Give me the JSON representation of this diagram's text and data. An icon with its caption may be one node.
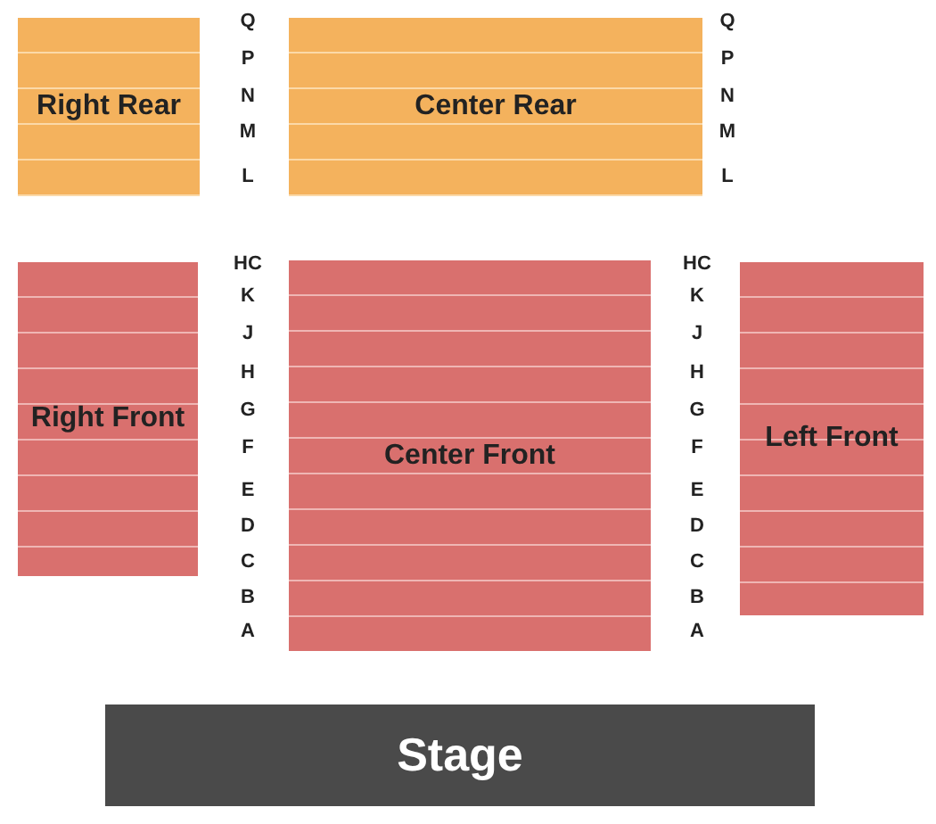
{
  "diagram": {
    "nodes": [
      {
        "text": [
          "Right Rear"
        ]
      },
      {
        "text": [
          "Center Rear"
        ]
      },
      {
        "text": [
          "Right Front"
        ]
      },
      {
        "text": [
          "Center Front"
        ]
      },
      {
        "text": [
          "Left Front"
        ]
      },
      {
        "text": [
          "Stage"
        ]
      }
    ],
    "labels": [
      "Q",
      "Q",
      "P",
      "P",
      "N",
      "N",
      "M",
      "M",
      "L",
      "L",
      "HC",
      "HC",
      "K",
      "K",
      "J",
      "J",
      "H",
      "H",
      "G",
      "G",
      "F",
      "F",
      "E",
      "E",
      "D",
      "D",
      "C",
      "C",
      "B",
      "B",
      "A",
      "A"
    ]
  }
}
